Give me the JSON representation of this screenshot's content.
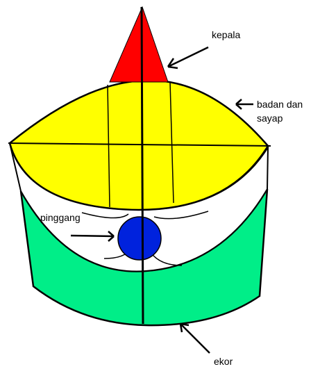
{
  "labels": {
    "head": "kepala",
    "body_wings_line1": "badan dan",
    "body_wings_line2": "sayap",
    "waist": "pinggang",
    "tail": "ekor"
  },
  "colors": {
    "head": "#ff0000",
    "body": "#ffff00",
    "tail": "#00ee88",
    "waist": "#0022dd",
    "outline": "#000000"
  }
}
